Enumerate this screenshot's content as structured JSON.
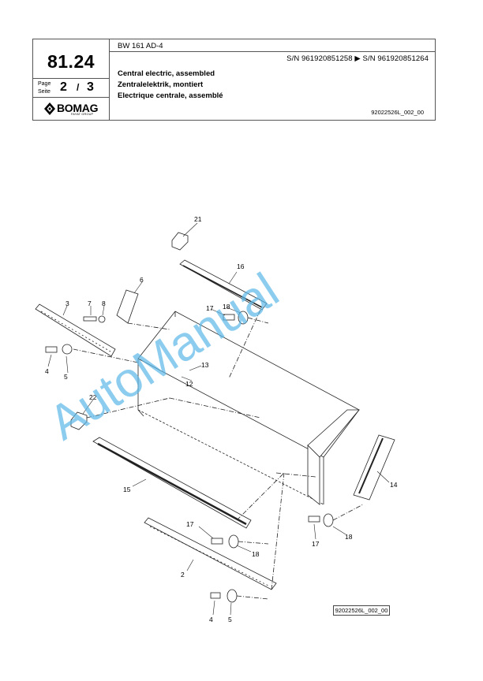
{
  "header": {
    "model": "BW 161 AD-4",
    "serial_range": "S/N 961920851258  ▶  S/N 961920851264",
    "title_en": "Central electric, assembled",
    "title_de": "Zentralelektrik, montiert",
    "title_fr": "Electrique centrale, assemblé",
    "drawing_id": "92022526L_002_00",
    "group_number": "81.24",
    "page_label_en": "Page",
    "page_label_de": "Seite",
    "page_current": "2",
    "page_separator": "/",
    "page_total": "3",
    "brand": "BOMAG",
    "brand_sub": "FAYAT GROUP"
  },
  "diagram": {
    "callouts": [
      "21",
      "16",
      "6",
      "3",
      "7",
      "8",
      "17",
      "18",
      "13",
      "12",
      "4",
      "5",
      "22",
      "14",
      "15",
      "17",
      "18",
      "2",
      "17",
      "18",
      "4",
      "5"
    ],
    "reference_box": "92022526L_002_00"
  },
  "watermark": {
    "text": "AutoManual",
    "color": "#5bb8e8"
  }
}
